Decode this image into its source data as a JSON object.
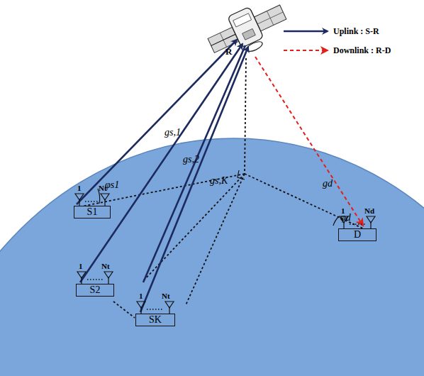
{
  "diagram": {
    "nodes": [
      {
        "text": [
          "S1"
        ]
      },
      {
        "text": [
          "S2"
        ]
      },
      {
        "text": [
          "SK"
        ]
      },
      {
        "text": [
          "D"
        ]
      }
    ],
    "labels": [
      "R",
      "gs,1",
      "gs,2",
      "gs,K",
      "gd",
      "φs1",
      "φd",
      "1",
      "Nt",
      "1",
      "Nt",
      "1",
      "Nt",
      "1",
      "Nd"
    ],
    "legend": [
      {
        "text": "Uplink : S-R"
      },
      {
        "text": "Downlink : R-D"
      }
    ]
  }
}
